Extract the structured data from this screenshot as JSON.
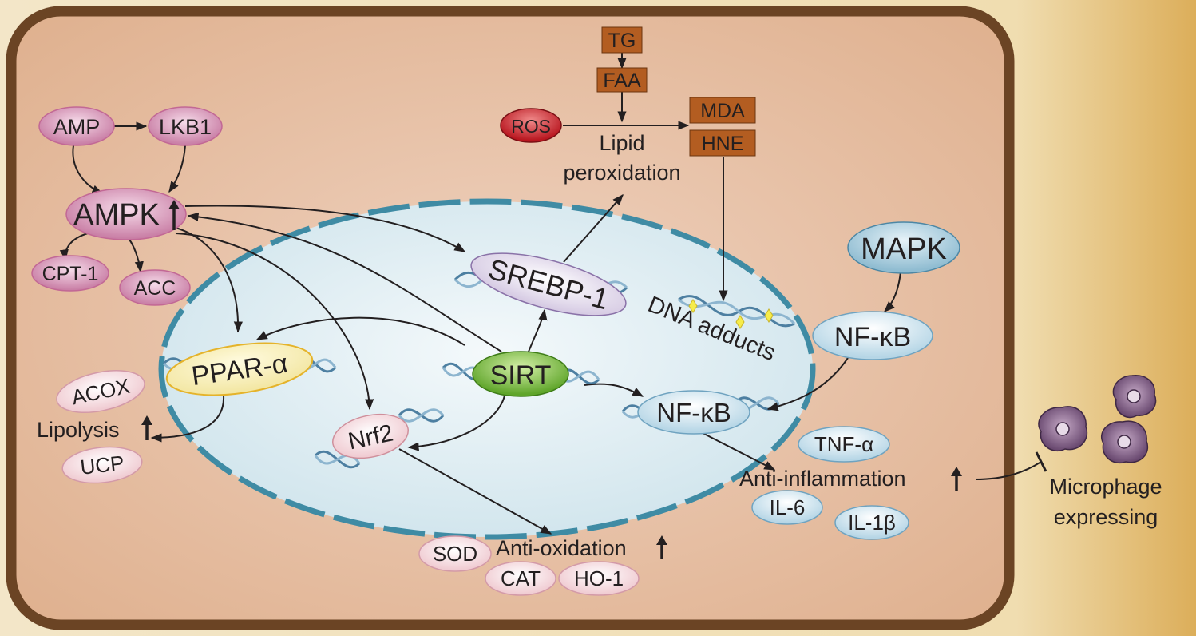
{
  "colors": {
    "cell_fill": "#e9c6ad",
    "cell_border": "#6b4424",
    "background_gradient_start": "#f6ecd6",
    "background_gradient_end": "#dfb463",
    "nucleus_fill": "#dcecf1",
    "nucleus_border": "#3f8ba4",
    "ampk_pathway_pink": "#c97aa4",
    "sirt_green": "#7ab83c",
    "ros_red": "#c8202b",
    "lipid_box_brown": "#b35d21",
    "inflammation_blue": "#c6e0eb",
    "microphage_purple": "#7a5a80"
  },
  "energy": {
    "amp": "AMP",
    "lkb1": "LKB1",
    "ampk": "AMPK",
    "cpt1": "CPT-1",
    "acc": "ACC"
  },
  "lipid": {
    "tg": "TG",
    "faa": "FAA",
    "ros": "ROS",
    "mda": "MDA",
    "hne": "HNE",
    "peroxidation_line1": "Lipid",
    "peroxidation_line2": "peroxidation"
  },
  "nucleus": {
    "srebp1": "SREBP-1",
    "dna_adducts": "DNA adducts",
    "ppar_alpha": "PPAR-α",
    "sirt": "SIRT",
    "nrf2": "Nrf2",
    "nfkb_inner": "NF-κB"
  },
  "lipolysis": {
    "acox": "ACOX",
    "label": "Lipolysis",
    "ucp": "UCP"
  },
  "oxidation": {
    "label": "Anti-oxidation",
    "sod": "SOD",
    "cat": "CAT",
    "ho1": "HO-1"
  },
  "inflammation": {
    "mapk": "MAPK",
    "nfkb_outer": "NF-κB",
    "tnf": "TNF-α",
    "label": "Anti-inflammation",
    "il6": "IL-6",
    "il1b": "IL-1β"
  },
  "microphage": {
    "line1": "Microphage",
    "line2": "expressing"
  }
}
